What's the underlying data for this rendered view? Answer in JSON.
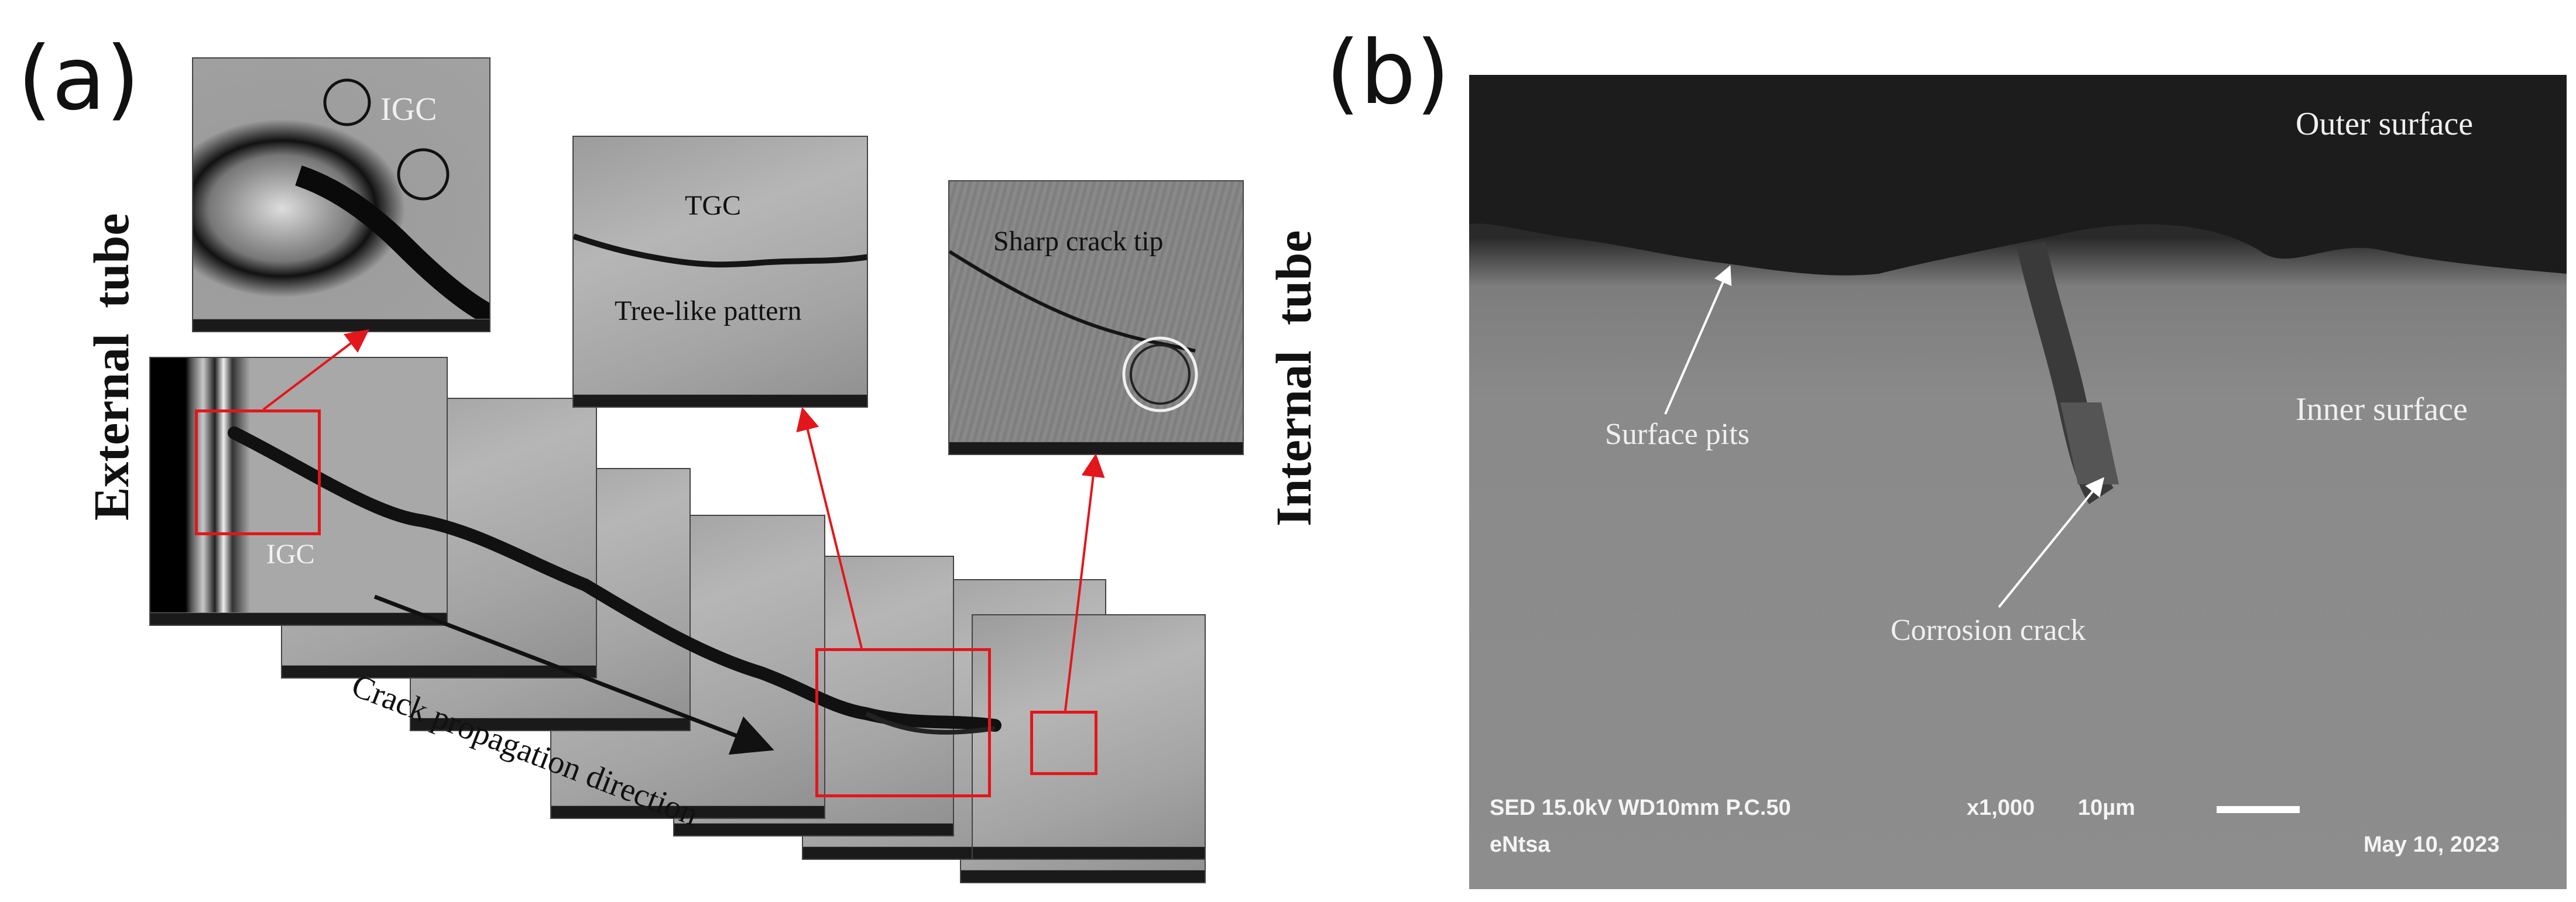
{
  "panel_a": {
    "label": "(a)",
    "side_left": "External  tube",
    "side_right": "Internal  tube",
    "annotations": {
      "igc_top": "IGC",
      "igc_bottom": "IGC",
      "tgc": "TGC",
      "tree": "Tree-like pattern",
      "sharp_tip": "Sharp crack tip",
      "propagation": "Crack propagation direction"
    }
  },
  "panel_b": {
    "label": "(b)",
    "annotations": {
      "outer_surface": "Outer surface",
      "inner_surface": "Inner surface",
      "surface_pits": "Surface pits",
      "corrosion_crack": "Corrosion crack"
    },
    "footer": {
      "instrument": "SED  15.0kV WD10mm P.C.50",
      "magnification": "x1,000",
      "scale": "10µm",
      "maker": "eNtsa",
      "date": "May 10, 2023"
    }
  },
  "colors": {
    "annotation_box": "#e3161b",
    "arrow_white": "#ffffff",
    "arrow_black": "#111111"
  }
}
